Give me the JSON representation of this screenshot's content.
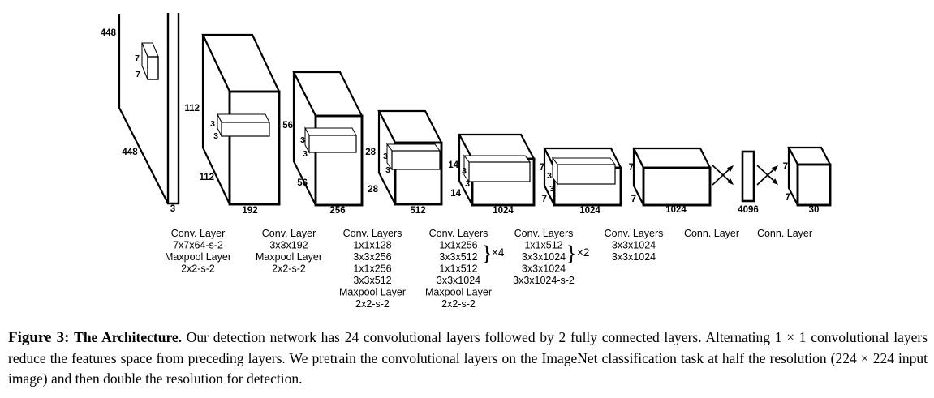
{
  "figure": {
    "blocks": [
      {
        "height_label": "448",
        "side_label": "448",
        "depth_label": "3",
        "kernel_labels": [
          "7",
          "7"
        ]
      },
      {
        "height_label": "112",
        "side_label": "112",
        "depth_label": "192",
        "kernel_labels": [
          "3",
          "3"
        ]
      },
      {
        "height_label": "56",
        "side_label": "56",
        "depth_label": "256",
        "kernel_labels": [
          "3",
          "3"
        ]
      },
      {
        "height_label": "28",
        "side_label": "28",
        "depth_label": "512",
        "kernel_labels": [
          "3",
          "3"
        ]
      },
      {
        "height_label": "14",
        "side_label": "14",
        "depth_label": "1024",
        "kernel_labels": [
          "3",
          "3"
        ]
      },
      {
        "height_label": "7",
        "side_label": "7",
        "depth_label": "1024",
        "kernel_labels": [
          "3",
          "3"
        ]
      },
      {
        "height_label": "7",
        "side_label": "7",
        "depth_label": "1024",
        "kernel_labels": []
      },
      {
        "depth_label": "4096",
        "kernel_labels": []
      },
      {
        "height_label": "7",
        "side_label": "7",
        "depth_label": "30",
        "kernel_labels": []
      }
    ],
    "layer_columns": [
      {
        "lines": [
          "Conv. Layer",
          "7x7x64-s-2",
          "Maxpool Layer",
          "2x2-s-2"
        ]
      },
      {
        "lines": [
          "Conv. Layer",
          "3x3x192",
          "Maxpool Layer",
          "2x2-s-2"
        ]
      },
      {
        "lines": [
          "Conv. Layers",
          "1x1x128",
          "3x3x256",
          "1x1x256",
          "3x3x512",
          "Maxpool Layer",
          "2x2-s-2"
        ]
      },
      {
        "lines": [
          "Conv. Layers",
          "1x1x256",
          "3x3x512",
          "1x1x512",
          "3x3x1024",
          "Maxpool Layer",
          "2x2-s-2"
        ],
        "repeat": {
          "brace": "}",
          "label": "×4"
        }
      },
      {
        "lines": [
          "Conv. Layers",
          "1x1x512",
          "3x3x1024",
          "3x3x1024",
          "3x3x1024-s-2"
        ],
        "repeat": {
          "brace": "}",
          "label": "×2"
        }
      },
      {
        "lines": [
          "Conv. Layers",
          "3x3x1024",
          "3x3x1024"
        ]
      },
      {
        "lines": [
          "Conn. Layer"
        ]
      },
      {
        "lines": [
          "Conn. Layer"
        ]
      }
    ]
  },
  "caption": {
    "prefix": "Figure 3:",
    "title": "The Architecture.",
    "body": "Our detection network has 24 convolutional layers followed by 2 fully connected layers. Alternating 1 × 1 convolutional layers reduce the features space from preceding layers. We pretrain the convolutional layers on the ImageNet classification task at half the resolution (224 × 224 input image) and then double the resolution for detection."
  },
  "colors": {
    "ink": "#000000",
    "paper": "#ffffff"
  }
}
